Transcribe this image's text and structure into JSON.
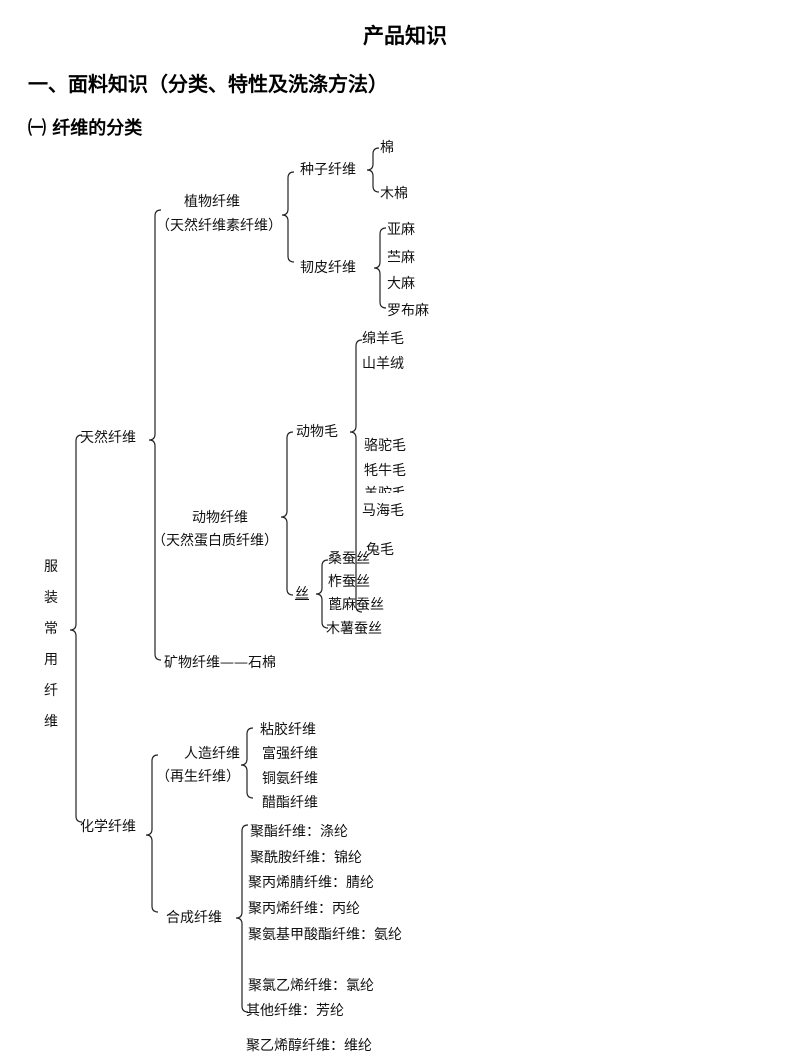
{
  "title": "产品知识",
  "section1": "一、面料知识（分类、特性及洗涤方法）",
  "subsection1": "㈠ 纤维的分类",
  "tree": {
    "root": "服装常用纤维",
    "natural": "天然纤维",
    "plant": "植物纤维",
    "plant_note": "（天然纤维素纤维）",
    "seed": "种子纤维",
    "seed_items": [
      "棉",
      "木棉"
    ],
    "bast": "韧皮纤维",
    "bast_items": [
      "亚麻",
      "苎麻",
      "大麻",
      "罗布麻"
    ],
    "animal": "动物纤维",
    "animal_note": "（天然蛋白质纤维）",
    "hair": "动物毛",
    "hair_items": [
      "绵羊毛",
      "山羊绒",
      "骆驼毛",
      "牦牛毛",
      "羊驼毛",
      "马海毛",
      "兔毛"
    ],
    "silk": "丝",
    "silk_items": [
      "桑蚕丝",
      "柞蚕丝",
      "蓖麻蚕丝",
      "木薯蚕丝"
    ],
    "mineral": "矿物纤维——石棉",
    "chemical": "化学纤维",
    "manmade": "人造纤维",
    "manmade_note": "（再生纤维）",
    "manmade_items": [
      "粘胶纤维",
      "富强纤维",
      "铜氨纤维",
      "醋酯纤维"
    ],
    "synthetic": "合成纤维",
    "synthetic_items": [
      "聚酯纤维：涤纶",
      "聚酰胺纤维：锦纶",
      "聚丙烯腈纤维：腈纶",
      "聚丙烯纤维：丙纶",
      "聚氨基甲酸酯纤维：氨纶",
      "聚氯乙烯纤维：氯纶",
      "其他纤维：芳纶",
      "聚乙烯醇纤维：维纶"
    ]
  }
}
